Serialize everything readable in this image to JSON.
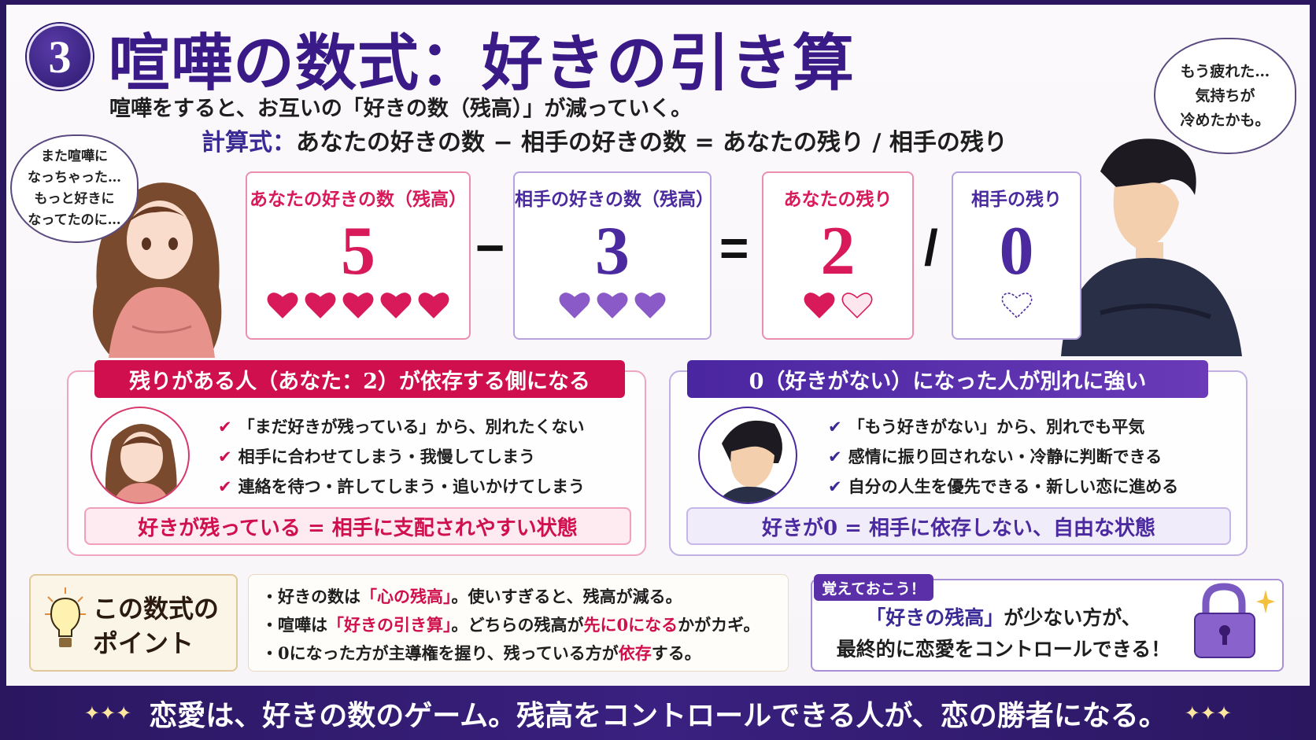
{
  "header": {
    "number": "3",
    "title": "喧嘩の数式：好きの引き算",
    "subtitle": "喧嘩をすると、お互いの「好きの数（残高）」が減っていく。",
    "formula_label": "計算式：",
    "formula": "あなたの好きの数 − 相手の好きの数 = あなたの残り / 相手の残り"
  },
  "bubbles": {
    "her": [
      "また喧嘩に",
      "なっちゃった…",
      "もっと好きに",
      "なってたのに…"
    ],
    "him": [
      "もう疲れた…",
      "気持ちが",
      "冷めたかも。"
    ]
  },
  "equation": {
    "boxes": [
      {
        "title": "あなたの好きの数（残高）",
        "value": "5",
        "filled_hearts": 5,
        "empty_hearts": 0,
        "color": "#d81a5a"
      },
      {
        "title": "相手の好きの数（残高）",
        "value": "3",
        "filled_hearts": 3,
        "empty_hearts": 0,
        "color": "#8a5ac8"
      },
      {
        "title": "あなたの残り",
        "value": "2",
        "filled_hearts": 1,
        "empty_hearts": 1,
        "color": "#d81a5a"
      },
      {
        "title": "相手の残り",
        "value": "0",
        "filled_hearts": 0,
        "empty_hearts": 1,
        "color": "#4a2a9e"
      }
    ],
    "operators": [
      "−",
      "=",
      "/"
    ]
  },
  "sections": {
    "left": {
      "heading": "残りがある人（あなた：2）が依存する側になる",
      "items": [
        "「まだ好きが残っている」から、別れたくない",
        "相手に合わせてしまう・我慢してしまう",
        "連絡を待つ・許してしまう・追いかけてしまう"
      ],
      "summary": "好きが残っている = 相手に支配されやすい状態"
    },
    "right": {
      "heading": "0（好きがない）になった人が別れに強い",
      "items": [
        "「もう好きがない」から、別れでも平気",
        "感情に振り回されない・冷静に判断できる",
        "自分の人生を優先できる・新しい恋に進める"
      ],
      "summary": "好きが0 = 相手に依存しない、自由な状態"
    }
  },
  "point": {
    "title_line1": "この数式の",
    "title_line2": "ポイント",
    "bullets": [
      {
        "pre": "・好きの数は",
        "hl": "「心の残高」",
        "post": "。使いすぎると、残高が減る。"
      },
      {
        "pre": "・喧嘩は",
        "hl": "「好きの引き算」",
        "mid": "。どちらの残高が",
        "hl2": "先に0になる",
        "post": "かがカギ。"
      },
      {
        "pre": "・0になった方が主導権を握り、残っている方が",
        "hl": "依存",
        "post": "する。"
      }
    ]
  },
  "remember": {
    "tag": "覚えておこう！",
    "line1_quote": "「好きの残高」",
    "line1_rest": "が少ない方が、",
    "line2": "最終的に恋愛をコントロールできる！"
  },
  "banner": {
    "text": "恋愛は、好きの数のゲーム。残高をコントロールできる人が、恋の勝者になる。"
  },
  "icons": {
    "check": "check-icon",
    "bulb": "lightbulb-icon",
    "lock": "padlock-icon",
    "sparkle": "sparkle-icon"
  }
}
